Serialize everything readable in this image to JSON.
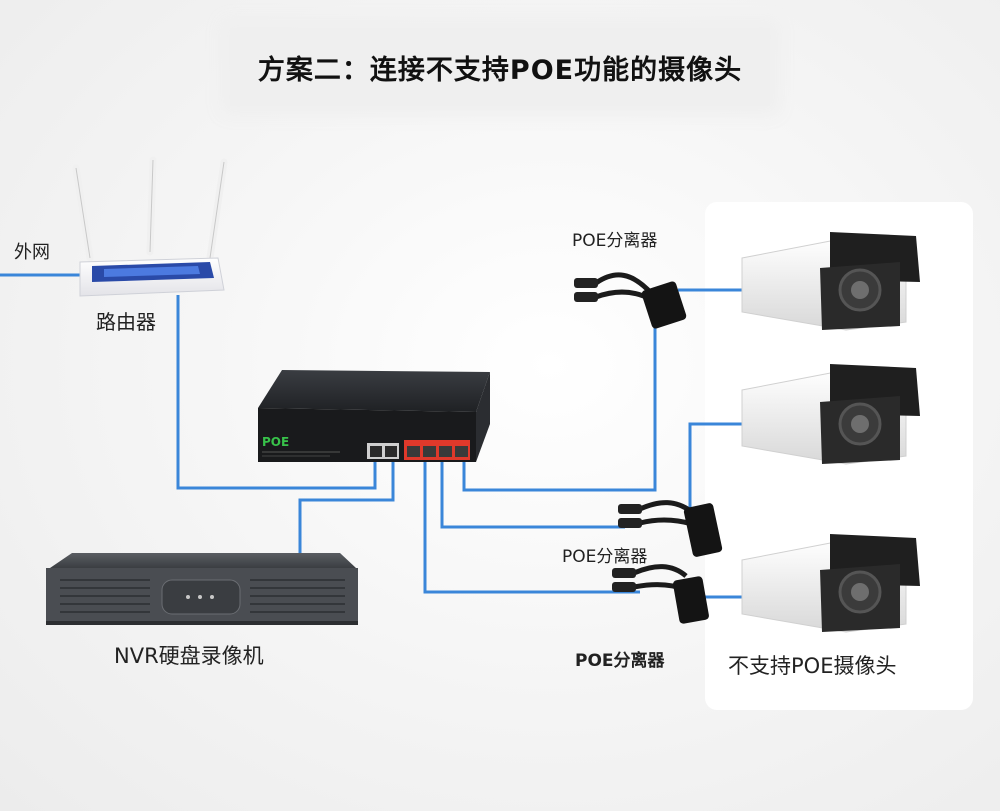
{
  "title": "方案二：连接不支持POE功能的摄像头",
  "labels": {
    "wan": "外网",
    "router": "路由器",
    "nvr": "NVR硬盘录像机",
    "splitter_top": "POE分离器",
    "splitter_mid": "POE分离器",
    "splitter_bottom": "POE分离器",
    "cameras": "不支持POE摄像头"
  },
  "switch": {
    "brand": "POE"
  },
  "colors": {
    "cable": "#3a86d9",
    "switch_body": "#1d1f22",
    "poe_port": "#e0392b"
  }
}
